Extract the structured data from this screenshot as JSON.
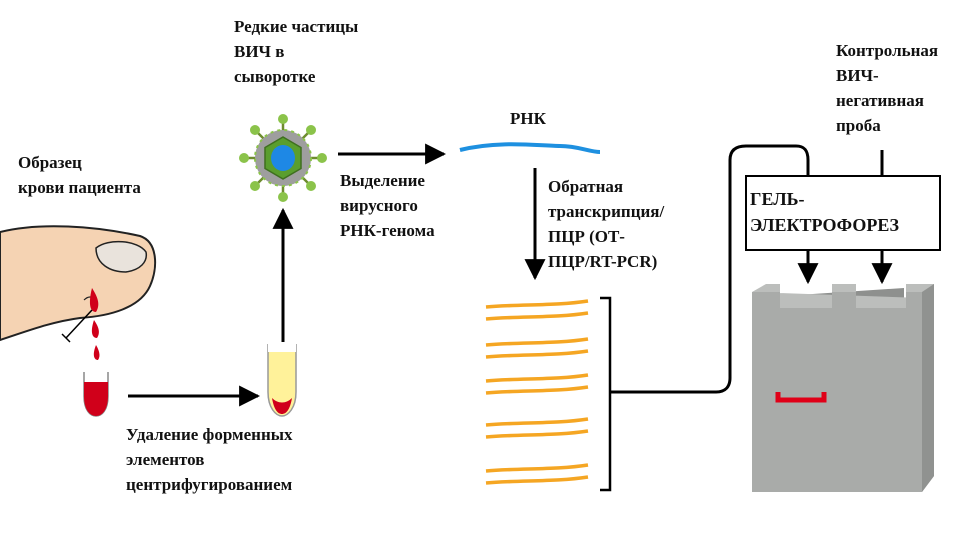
{
  "labels": {
    "sample": [
      "Образец",
      "крови пациента"
    ],
    "rare_particles": [
      "Редкие частицы",
      "ВИЧ в",
      "сыворотке"
    ],
    "isolation": [
      "Выделение",
      "вирусного",
      "РНК-генома"
    ],
    "rna": "РНК",
    "rt_pcr": [
      "Обратная",
      "транскрипция/",
      "ПЦР (ОТ-",
      "ПЦР/RT-PCR)"
    ],
    "control": [
      "Контрольная",
      "ВИЧ-",
      "негативная",
      "проба"
    ],
    "gel_box": [
      "ГЕЛЬ-",
      "ЭЛЕКТРОФОРЕЗ"
    ],
    "removal": [
      "Удаление форменных",
      "элементов",
      "центрифугированием"
    ]
  },
  "colors": {
    "blood": "#d0001a",
    "rna": "#1e90e0",
    "cdna": "#f5a623",
    "gel": "#a9aba9",
    "gel_band": "#e00018",
    "virus_capsid": "#5a9e2e",
    "virus_core": "#1e88e5",
    "serum": "#fff29a",
    "finger": "#f5d3b3",
    "arrow": "#000000"
  },
  "icons": [
    "finger-icon",
    "blood-drop-icon",
    "test-tube-icon",
    "hiv-virus-icon",
    "gel-slab-icon"
  ]
}
